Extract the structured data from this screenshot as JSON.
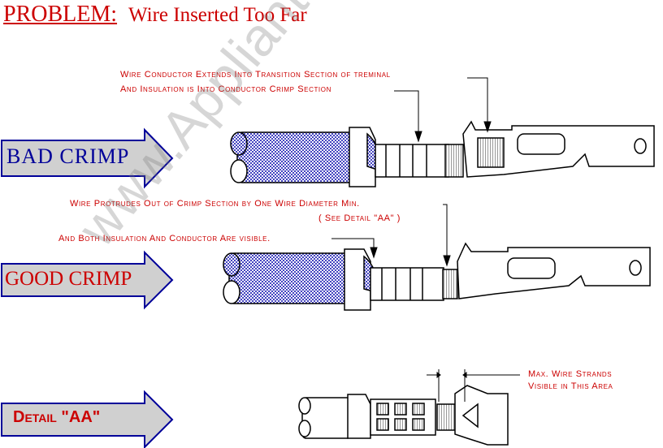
{
  "title": {
    "label": "PROBLEM:",
    "subtitle": "Wire Inserted Too Far"
  },
  "notes": {
    "bad_line1": "Wire Conductor Extends Into Transition Section of treminal",
    "bad_line2": "And Insulation is Into Conductor Crimp Section",
    "good_line1": "Wire Protrudes Out of Crimp Section by One Wire Diameter Min.",
    "good_line2": "( See Detail \"AA\" )",
    "good_line3": "And Both Insulation And Conductor Are visible.",
    "detail_line1": "Max. Wire Strands",
    "detail_line2": "Visible in This Area"
  },
  "arrows": {
    "bad": "BAD CRIMP",
    "good": "GOOD CRIMP",
    "detail": "Detail \"AA\""
  },
  "watermark": "www.Appliantology.org",
  "colors": {
    "red": "#cc0000",
    "blue": "#000099",
    "arrow_fill": "#d0d0d0",
    "wire_blue": "#5555cc"
  }
}
